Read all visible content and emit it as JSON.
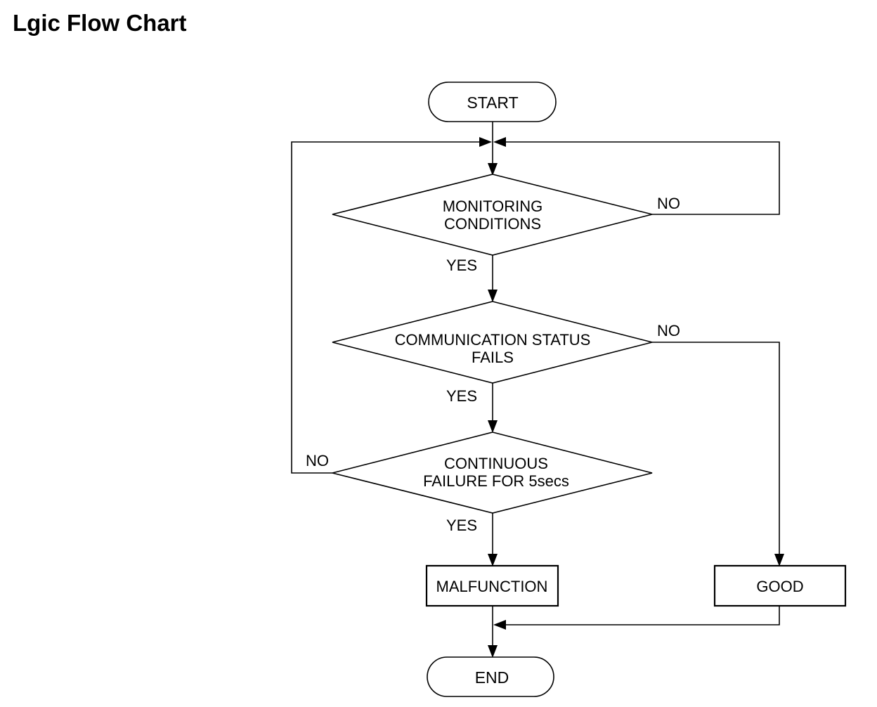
{
  "title": "Lgic Flow Chart",
  "nodes": {
    "start": "START",
    "monitoring": [
      "MONITORING",
      "CONDITIONS"
    ],
    "communication": [
      "COMMUNICATION STATUS",
      "FAILS"
    ],
    "continuous": [
      "CONTINUOUS",
      "FAILURE FOR 5secs"
    ],
    "malfunction": "MALFUNCTION",
    "good": "GOOD",
    "end": "END"
  },
  "branch_labels": {
    "monitoring_yes": "YES",
    "monitoring_no": "NO",
    "communication_yes": "YES",
    "communication_no": "NO",
    "continuous_yes": "YES",
    "continuous_no": "NO"
  }
}
